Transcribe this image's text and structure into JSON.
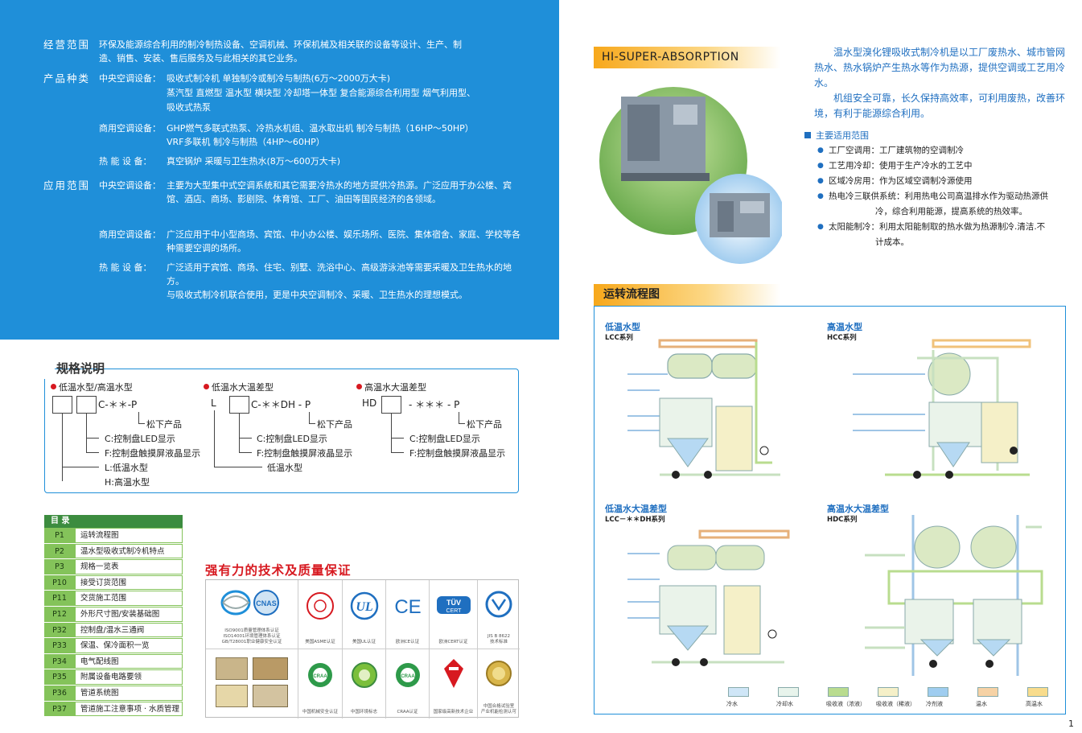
{
  "business": {
    "scope_label": "经营范围",
    "scope_text": "环保及能源综合利用的制冷制热设备、空调机械、环保机械及相关联的设备等设计、生产、制造、销售、安装、售后服务及与此相关的其它业务。",
    "products_label": "产品种类",
    "central_label": "中央空调设备：",
    "central_1": "吸收式制冷机 单独制冷或制冷与制热(6万～2000万大卡)",
    "central_2": "蒸汽型   直燃型   温水型   横块型   冷却塔一体型   复合能源综合利用型   烟气利用型、",
    "central_3": "吸收式热泵",
    "commercial_label": "商用空调设备：",
    "commercial_1": "GHP燃气多联式热泵、冷热水机组、温水取出机   制冷与制热（16HP～50HP）",
    "commercial_2": "VRF多联机   制冷与制热（4HP～60HP）",
    "heat_label": "热 能 设 备：",
    "heat_1": "真空锅炉   采暖与卫生热水(8万～600万大卡)",
    "apps_label": "应用范围",
    "apps_central_label": "中央空调设备：",
    "apps_central_text": "主要为大型集中式空调系统和其它需要冷热水的地方提供冷热源。广泛应用于办公楼、宾馆、酒店、商场、影剧院、体育馆、工厂、油田等国民经济的各领域。",
    "apps_commercial_label": "商用空调设备：",
    "apps_commercial_text": "广泛应用于中小型商场、宾馆、中小办公楼、娱乐场所、医院、集体宿舍、家庭、学校等各种需要空调的场所。",
    "apps_heat_label": "热 能 设 备：",
    "apps_heat_text": "广泛适用于宾馆、商场、住宅、别墅、洗浴中心、高级游泳池等需要采暖及卫生热水的地方。",
    "apps_heat_text2": "与吸收式制冷机联合使用，更是中央空调制冷、采暖、卫生热水的理想模式。"
  },
  "spec": {
    "title": "规格说明",
    "g1_title": "低温水型/高温水型",
    "g1_code": "C-＊＊-P",
    "g1_p": "松下产品",
    "g1_c": "C:控制盘LED显示",
    "g1_f": "F:控制盘触摸屏液晶显示",
    "g1_l": "L:低温水型",
    "g1_h": "H:高温水型",
    "g2_title": "低温水大温差型",
    "g2_prefix": "L",
    "g2_code": "C-＊＊DH - P",
    "g2_p": "松下产品",
    "g2_c": "C:控制盘LED显示",
    "g2_f": "F:控制盘触摸屏液晶显示",
    "g2_l": "低温水型",
    "g3_title": "高温水大温差型",
    "g3_prefix": "HD",
    "g3_code": "- ＊＊＊ - P",
    "g3_p": "松下产品",
    "g3_c": "C:控制盘LED显示",
    "g3_f": "F:控制盘触摸屏液晶显示"
  },
  "toc": {
    "header": "目   录",
    "items": [
      {
        "page": "P1",
        "title": "运转流程图"
      },
      {
        "page": "P2",
        "title": "温水型吸收式制冷机特点"
      },
      {
        "page": "P3",
        "title": "规格一览表"
      },
      {
        "page": "P10",
        "title": "接受订货范围"
      },
      {
        "page": "P11",
        "title": "交货施工范围"
      },
      {
        "page": "P12",
        "title": "外形尺寸图/安装基础图"
      },
      {
        "page": "P32",
        "title": "控制盘/温水三通阀"
      },
      {
        "page": "P33",
        "title": "保温、保冷面积一览"
      },
      {
        "page": "P34",
        "title": "电气配线图"
      },
      {
        "page": "P35",
        "title": "附属设备电路要领"
      },
      {
        "page": "P36",
        "title": "管道系统图"
      },
      {
        "page": "P37",
        "title": "管道施工注意事项 · 水质管理"
      }
    ]
  },
  "quality": {
    "title": "强有力的技术及质量保证",
    "logos": [
      {
        "label": "CNAS",
        "caption": "ISO9001质量管理体系认证\nISO14001环境管理体系认证\nGB/T28001职业健康安全认证"
      },
      {
        "label": "ASME",
        "caption": "美国ASME认证"
      },
      {
        "label": "UL",
        "caption": "美国UL认证"
      },
      {
        "label": "CE",
        "caption": "欧洲CE认证"
      },
      {
        "label": "TÜV CERT",
        "caption": "欧洲CERT认证"
      },
      {
        "label": "JIS",
        "caption": "JIS B 8622\n技术标准"
      },
      {
        "label": "",
        "caption": ""
      },
      {
        "label": "CRAA",
        "caption": "中国机械安全认证"
      },
      {
        "label": "",
        "caption": "中国环境标志"
      },
      {
        "label": "CRAA",
        "caption": "CRAA认证"
      },
      {
        "label": "",
        "caption": "国家级高新技术企业"
      },
      {
        "label": "",
        "caption": "中国合格试验室\n产业机能检测认可"
      }
    ]
  },
  "right": {
    "hi_label": "HI-SUPER-ABSORPTION",
    "intro_1": "温水型溴化锂吸收式制冷机是以工厂废热水、城市管网热水、热水锅炉产生热水等作为热源，提供空调或工艺用冷水。",
    "intro_2": "机组安全可靠，长久保持高效率，可利用废热，改善环境，有利于能源综合利用。",
    "scope_head": "主要适用范围",
    "scope": [
      {
        "main": "工厂空调用：工厂建筑物的空调制冷",
        "cont": ""
      },
      {
        "main": "工艺用冷却：使用于生产冷水的工艺中",
        "cont": ""
      },
      {
        "main": "区域冷房用：作为区域空调制冷源使用",
        "cont": ""
      },
      {
        "main": "热电冷三联供系统：利用热电公司高温排水作为驱动热源供",
        "cont": "冷，综合利用能源，提高系统的热效率。"
      },
      {
        "main": "太阳能制冷：利用太阳能制取的热水做为热源制冷.清洁.不",
        "cont": "计成本。"
      }
    ],
    "flow_label": "运转流程图",
    "d1_title": "低温水型",
    "d1_sub": "LCC系列",
    "d2_title": "高温水型",
    "d2_sub": "HCC系列",
    "d3_title": "低温水大温差型",
    "d3_sub": "LCC－＊＊DH系列",
    "d4_title": "高温水大温差型",
    "d4_sub": "HDC系列",
    "legend": [
      "冷水",
      "冷却水",
      "吸收液（浓液）",
      "吸收液（稀液）",
      "冷剂液",
      "温水",
      "高温水"
    ],
    "legend_colors": [
      "#cfe6f7",
      "#e8f4ec",
      "#b9dc8f",
      "#f5f0c8",
      "#9fcdf0",
      "#f6d2a5",
      "#f8dc8c"
    ],
    "page_no": "1"
  }
}
